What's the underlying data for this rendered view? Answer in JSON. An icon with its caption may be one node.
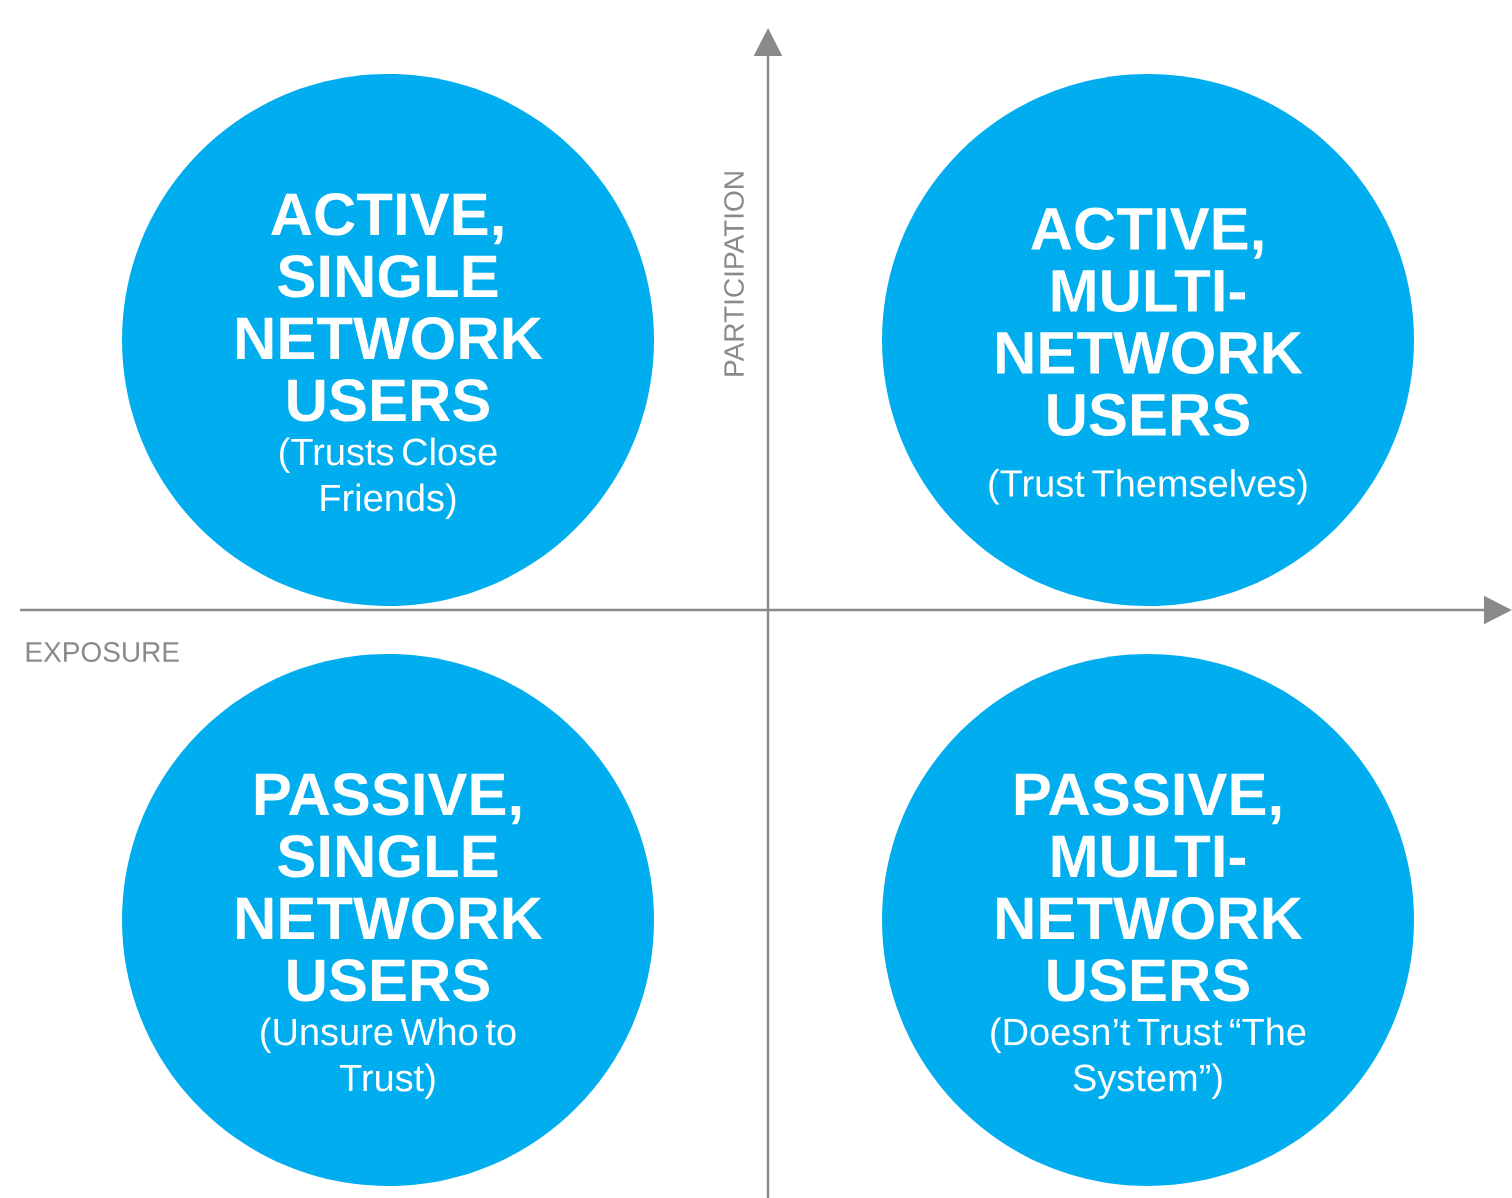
{
  "diagram": {
    "nodes": [
      {
        "text": [
          "ACTIVE, SINGLE NETWORK USERS",
          "(Trusts Close Friends)"
        ]
      },
      {
        "text": [
          "ACTIVE, MULTI-NETWORK USERS",
          "(Trust Themselves)"
        ]
      },
      {
        "text": [
          "PASSIVE, SINGLE NETWORK USERS",
          "(Unsure Who to Trust)"
        ]
      },
      {
        "text": [
          "PASSIVE, MULTI-NETWORK USERS",
          "(Doesn’t Trust “The System”)"
        ]
      }
    ],
    "labels": [
      "PARTICIPATION",
      "EXPOSURE"
    ]
  }
}
